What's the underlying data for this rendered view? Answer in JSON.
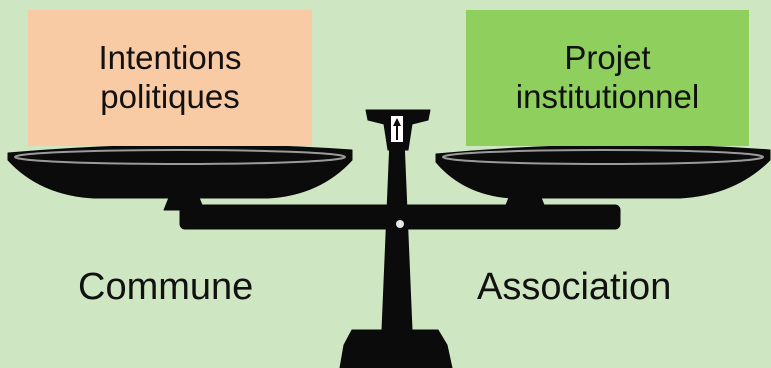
{
  "left_box": {
    "line1": "Intentions",
    "line2": "politiques",
    "color": "#f8cba5"
  },
  "right_box": {
    "line1": "Projet",
    "line2": "institutionnel",
    "color": "#8fcf5e"
  },
  "bottom_labels": {
    "left": "Commune",
    "right": "Association"
  },
  "background_color": "#cfe6c2",
  "icon": "balance-scale-icon"
}
